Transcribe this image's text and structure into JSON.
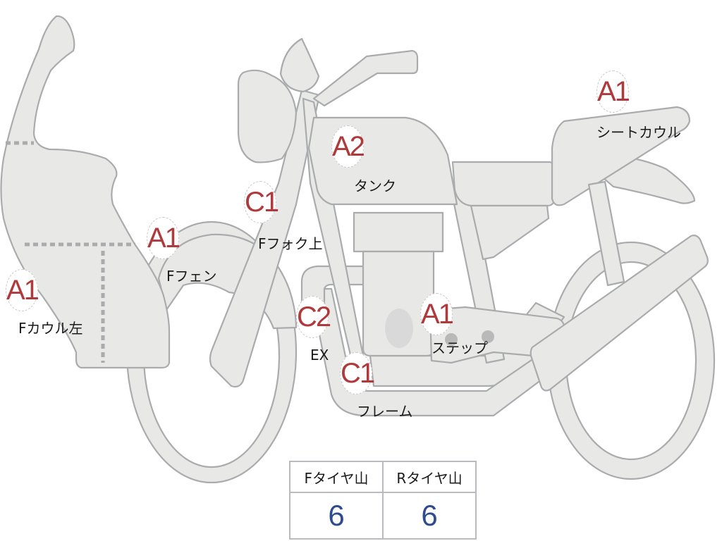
{
  "diagram": {
    "subject": "motorcycle damage inspection diagram",
    "colors": {
      "part_fill": "#e8e8e6",
      "part_stroke": "#a9abad",
      "badge_text": "#b0393b",
      "label_text": "#1a1a1a",
      "tread_value": "#2d4b8e"
    },
    "markers": [
      {
        "code": "A1",
        "part": "Fカウル左"
      },
      {
        "code": "A1",
        "part": "Fフェン"
      },
      {
        "code": "C1",
        "part": "Fフォク上"
      },
      {
        "code": "A2",
        "part": "タンク"
      },
      {
        "code": "A1",
        "part": "シートカウル"
      },
      {
        "code": "C2",
        "part": "EX"
      },
      {
        "code": "C1",
        "part": "フレーム"
      },
      {
        "code": "A1",
        "part": "ステップ"
      }
    ]
  },
  "tire_table": {
    "headers": [
      "Fタイヤ山",
      "Rタイヤ山"
    ],
    "values": [
      "6",
      "6"
    ]
  }
}
